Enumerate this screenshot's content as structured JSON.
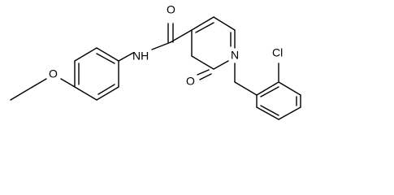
{
  "molecule": {
    "atoms": {
      "carbonyl_oxygen": "O",
      "ring_oxygen": "O",
      "amide_nitrogen": "NH",
      "ring_nitrogen": "N",
      "ether_oxygen": "O",
      "chlorine": "Cl"
    }
  }
}
